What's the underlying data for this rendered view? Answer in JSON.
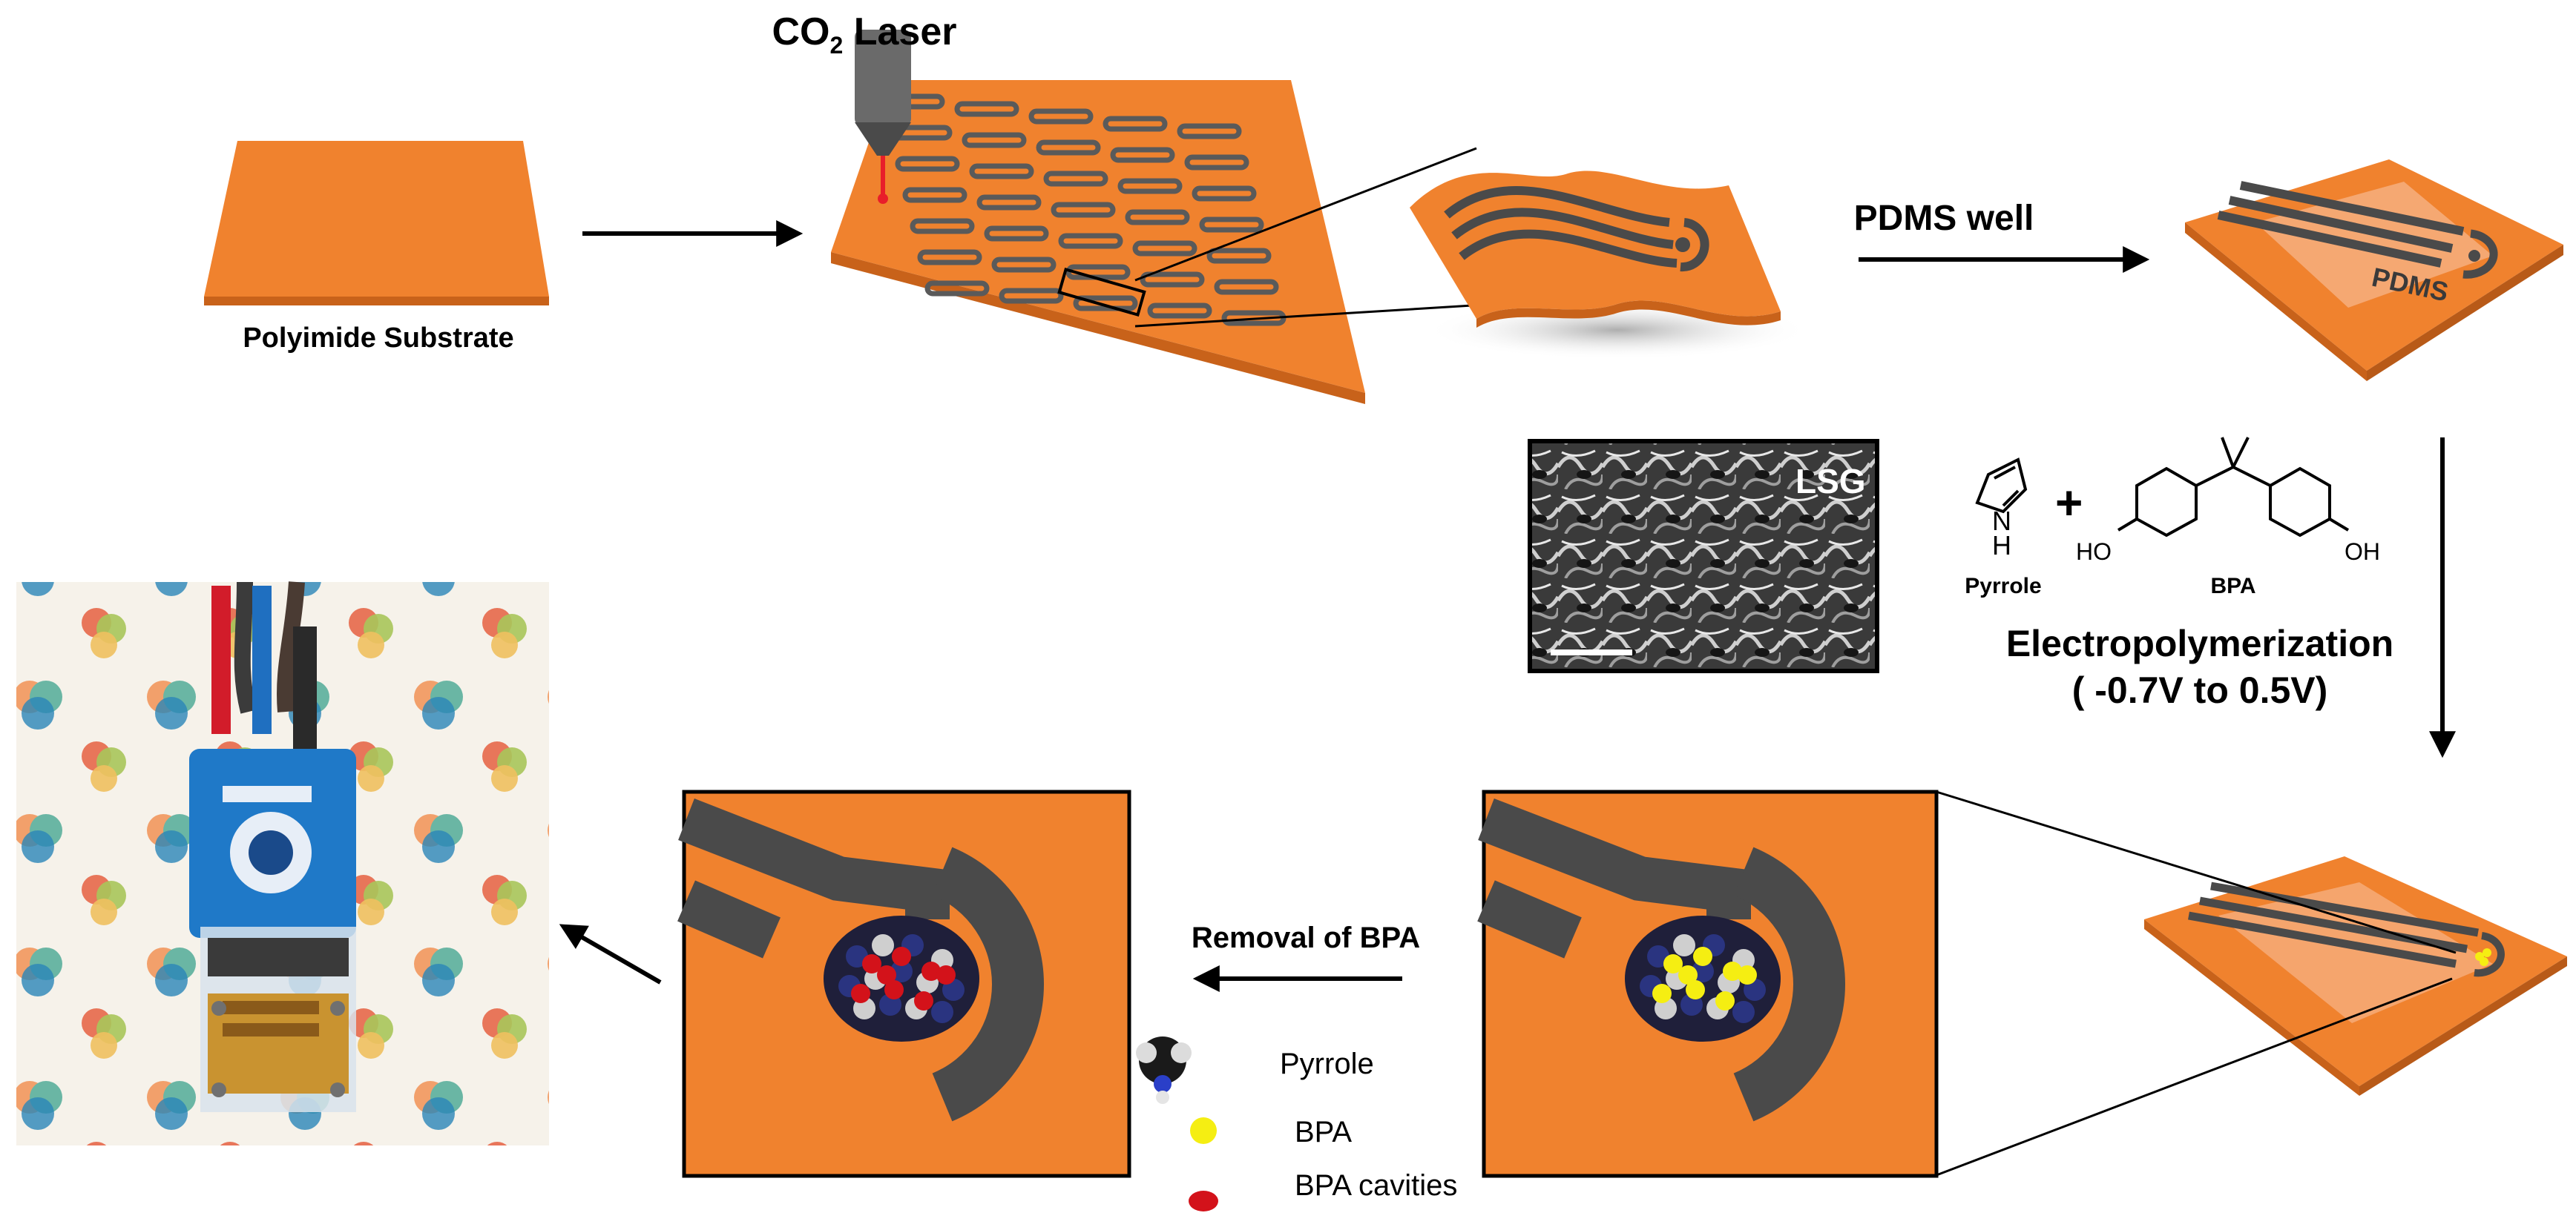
{
  "labels": {
    "laser": "CO",
    "laser_sub": "2",
    "laser_suffix": " Laser",
    "substrate": "Polyimide Substrate",
    "pdms_well": "PDMS well",
    "pdms_tag": "PDMS",
    "lsg": "LSG",
    "pyrrole_nh": "N",
    "pyrrole_h": "H",
    "plus": "+",
    "ho": "HO",
    "oh": "OH",
    "pyrrole": "Pyrrole",
    "bpa": "BPA",
    "electro": "Electropolymerization",
    "potential": "( -0.7V to  0.5V)",
    "removal": "Removal of BPA"
  },
  "legend": [
    {
      "label": "Pyrrole",
      "icon": "pyrrole-molecule-icon"
    },
    {
      "label": "BPA",
      "icon": "yellow-dot-icon",
      "color": "#f5ee12"
    },
    {
      "label": "BPA cavities",
      "icon": "red-dot-icon",
      "color": "#d3121a"
    }
  ],
  "colors": {
    "polyimide": "#f0822e",
    "polyimide_dark": "#c8621a",
    "graphene": "#4a4a4a",
    "bpa": "#f5ee12",
    "cavity": "#d3121a",
    "arrow": "#000000"
  }
}
